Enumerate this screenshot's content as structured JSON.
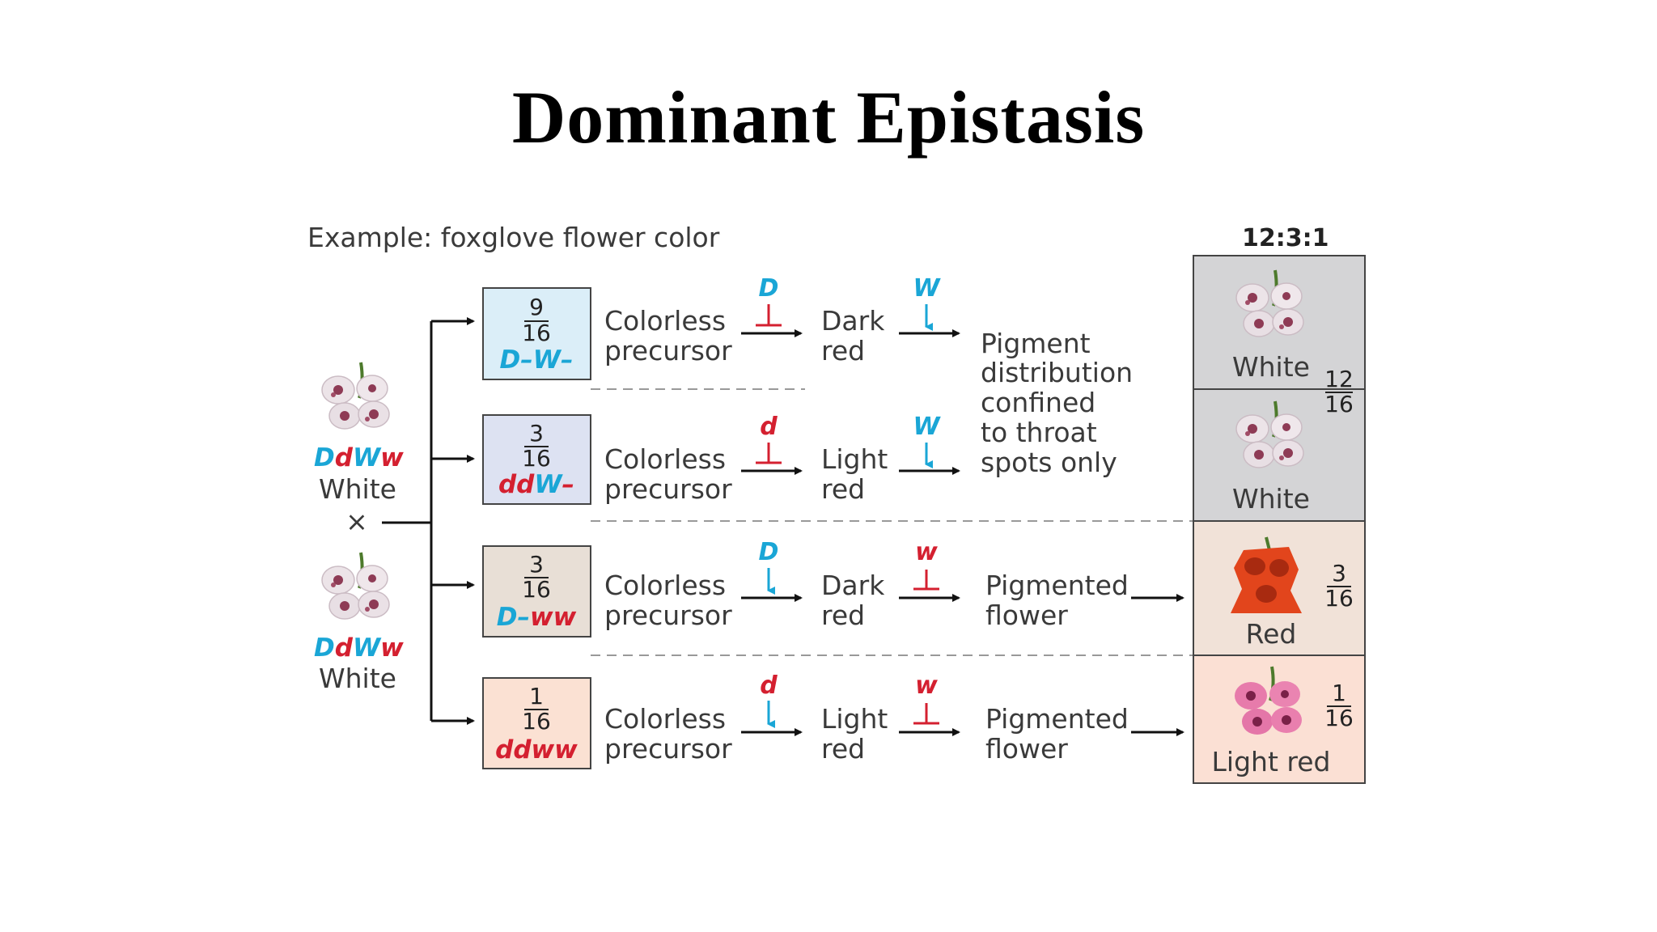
{
  "title": "Dominant Epistasis",
  "example": "Example: foxglove flower color",
  "ratio": "12:3:1",
  "colors": {
    "blue": "#1aa6d6",
    "red": "#d42030",
    "arrow": "#111111"
  },
  "parents": [
    {
      "g1": "D",
      "g2": "d",
      "g3": "W",
      "g4": "w",
      "label": "White"
    },
    {
      "g1": "D",
      "g2": "d",
      "g3": "W",
      "g4": "w",
      "label": "White"
    }
  ],
  "cross_symbol": "×",
  "rows": [
    {
      "num": "9",
      "den": "16",
      "a": "D",
      "a_rest": "–",
      "b": "W",
      "b_rest": "–",
      "precursor1": "Colorless",
      "precursor2": "precursor",
      "enzyme1": "D",
      "inter1": "Dark",
      "inter2": "red",
      "enzyme2": "W"
    },
    {
      "num": "3",
      "den": "16",
      "a": "dd",
      "a_rest": "",
      "b": "W",
      "b_rest": "–",
      "precursor1": "Colorless",
      "precursor2": "precursor",
      "enzyme1": "d",
      "inter1": "Light",
      "inter2": "red",
      "enzyme2": "W"
    },
    {
      "num": "3",
      "den": "16",
      "a": "D",
      "a_rest": "–",
      "b": "ww",
      "b_rest": "",
      "precursor1": "Colorless",
      "precursor2": "precursor",
      "enzyme1": "D",
      "inter1": "Dark",
      "inter2": "red",
      "enzyme2": "w",
      "result1": "Pigmented",
      "result2": "flower"
    },
    {
      "num": "1",
      "den": "16",
      "a": "dd",
      "a_rest": "",
      "b": "ww",
      "b_rest": "",
      "precursor1": "Colorless",
      "precursor2": "precursor",
      "enzyme1": "d",
      "inter1": "Light",
      "inter2": "red",
      "enzyme2": "w",
      "result1": "Pigmented",
      "result2": "flower"
    }
  ],
  "shared_result": [
    "Pigment",
    "distribution",
    "confined",
    "to throat",
    "spots only"
  ],
  "phenotypes": [
    {
      "label": "White",
      "frac_num": "12",
      "frac_den": "16"
    },
    {
      "label": "White"
    },
    {
      "label": "Red",
      "frac_num": "3",
      "frac_den": "16"
    },
    {
      "label": "Light red",
      "frac_num": "1",
      "frac_den": "16"
    }
  ]
}
